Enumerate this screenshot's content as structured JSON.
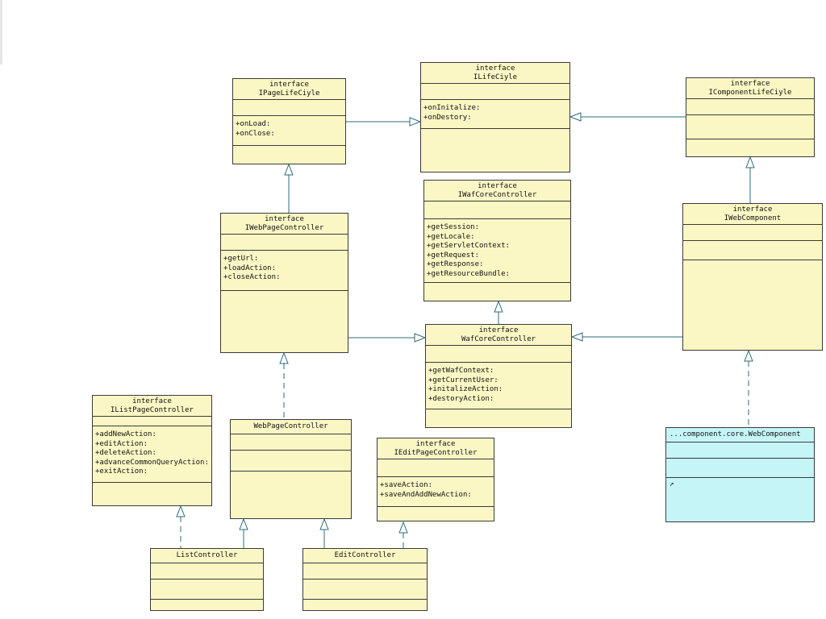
{
  "classes": {
    "ilifecycle": {
      "stereotype": "interface",
      "name": "ILifeCiyle",
      "ops": [
        "+onInitalize:",
        "+onDestory:"
      ]
    },
    "ipagelifecycle": {
      "stereotype": "interface",
      "name": "IPageLifeCiyle",
      "ops": [
        "+onLoad:",
        "+onClose:"
      ]
    },
    "icomponentlifecycle": {
      "stereotype": "interface",
      "name": "IComponentLifeCiyle",
      "ops": []
    },
    "iwebpagecontroller": {
      "stereotype": "interface",
      "name": "IWebPageController",
      "ops": [
        "+getUrl:",
        "+loadAction:",
        "+closeAction:"
      ]
    },
    "iwafcorecontroller": {
      "stereotype": "interface",
      "name": "IWafCoreController",
      "ops": [
        "+getSession:",
        "+getLocale:",
        "+getServletContext:",
        "+getRequest:",
        "+getResponse:",
        "+getResourceBundle:"
      ]
    },
    "iwebcomponent": {
      "stereotype": "interface",
      "name": "IWebComponent",
      "ops": []
    },
    "wafcorecontroller": {
      "stereotype": "interface",
      "name": "WafCoreController",
      "ops": [
        "+getWafContext:",
        "+getCurrentUser:",
        "+initalizeAction:",
        "+destoryAction:"
      ]
    },
    "ilistpagecontroller": {
      "stereotype": "interface",
      "name": "IListPageController",
      "ops": [
        "+addNewAction:",
        "+editAction:",
        "+deleteAction:",
        "+advanceCommonQueryAction:",
        "+exitAction:"
      ]
    },
    "webpagecontroller": {
      "name": "WebPageController"
    },
    "ieditpagecontroller": {
      "stereotype": "interface",
      "name": "IEditPageController",
      "ops": [
        "+saveAction:",
        "+saveAndAddNewAction:"
      ]
    },
    "listcontroller": {
      "name": "ListController"
    },
    "editcontroller": {
      "name": "EditController"
    },
    "webcomponent": {
      "name": "...component.core.WebComponent",
      "mark": "↗"
    }
  },
  "colors": {
    "box_fill": "#fbf7c5",
    "box_fill_external": "#c6f5f8",
    "line": "#2d6b78",
    "border": "#3a3a3a"
  }
}
